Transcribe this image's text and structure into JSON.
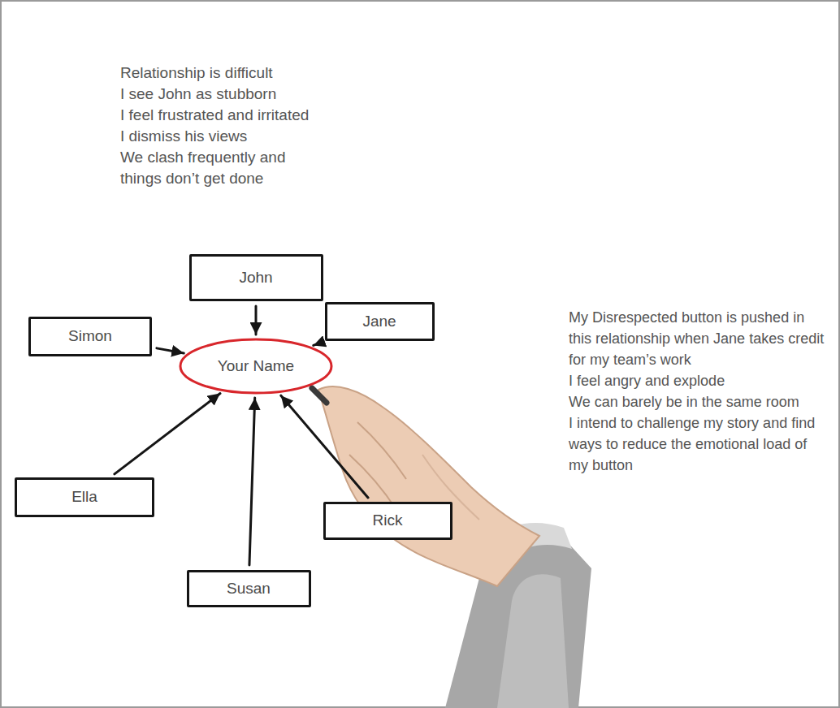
{
  "diagram": {
    "nodes": [
      {
        "text": [
          "John"
        ]
      },
      {
        "text": [
          "Simon"
        ]
      },
      {
        "text": [
          "Jane"
        ]
      },
      {
        "text": [
          "Your Name"
        ]
      },
      {
        "text": [
          "Ella"
        ]
      },
      {
        "text": [
          "Rick"
        ]
      },
      {
        "text": [
          "Susan"
        ]
      }
    ],
    "edges": [
      {
        "from": 0,
        "to": 3,
        "arrow": "to"
      },
      {
        "from": 1,
        "to": 3,
        "arrow": "to"
      },
      {
        "from": 2,
        "to": 3,
        "arrow": "to"
      },
      {
        "from": 4,
        "to": 3,
        "arrow": "to"
      },
      {
        "from": 5,
        "to": 3,
        "arrow": "to"
      },
      {
        "from": 6,
        "to": 3,
        "arrow": "to"
      }
    ],
    "labels": [
      "Relationship is difficult",
      "I see John as stubborn",
      "I feel frustrated and irritated",
      "I dismiss his views",
      "We clash frequently and things don’t get done",
      "My Disrespected button is pushed in this relationship when Jane takes credit for my team’s work",
      "I feel angry and explode",
      "We can barely be in the same room",
      "I intend to challenge my story and find ways to reduce the emotional load of my button"
    ]
  }
}
